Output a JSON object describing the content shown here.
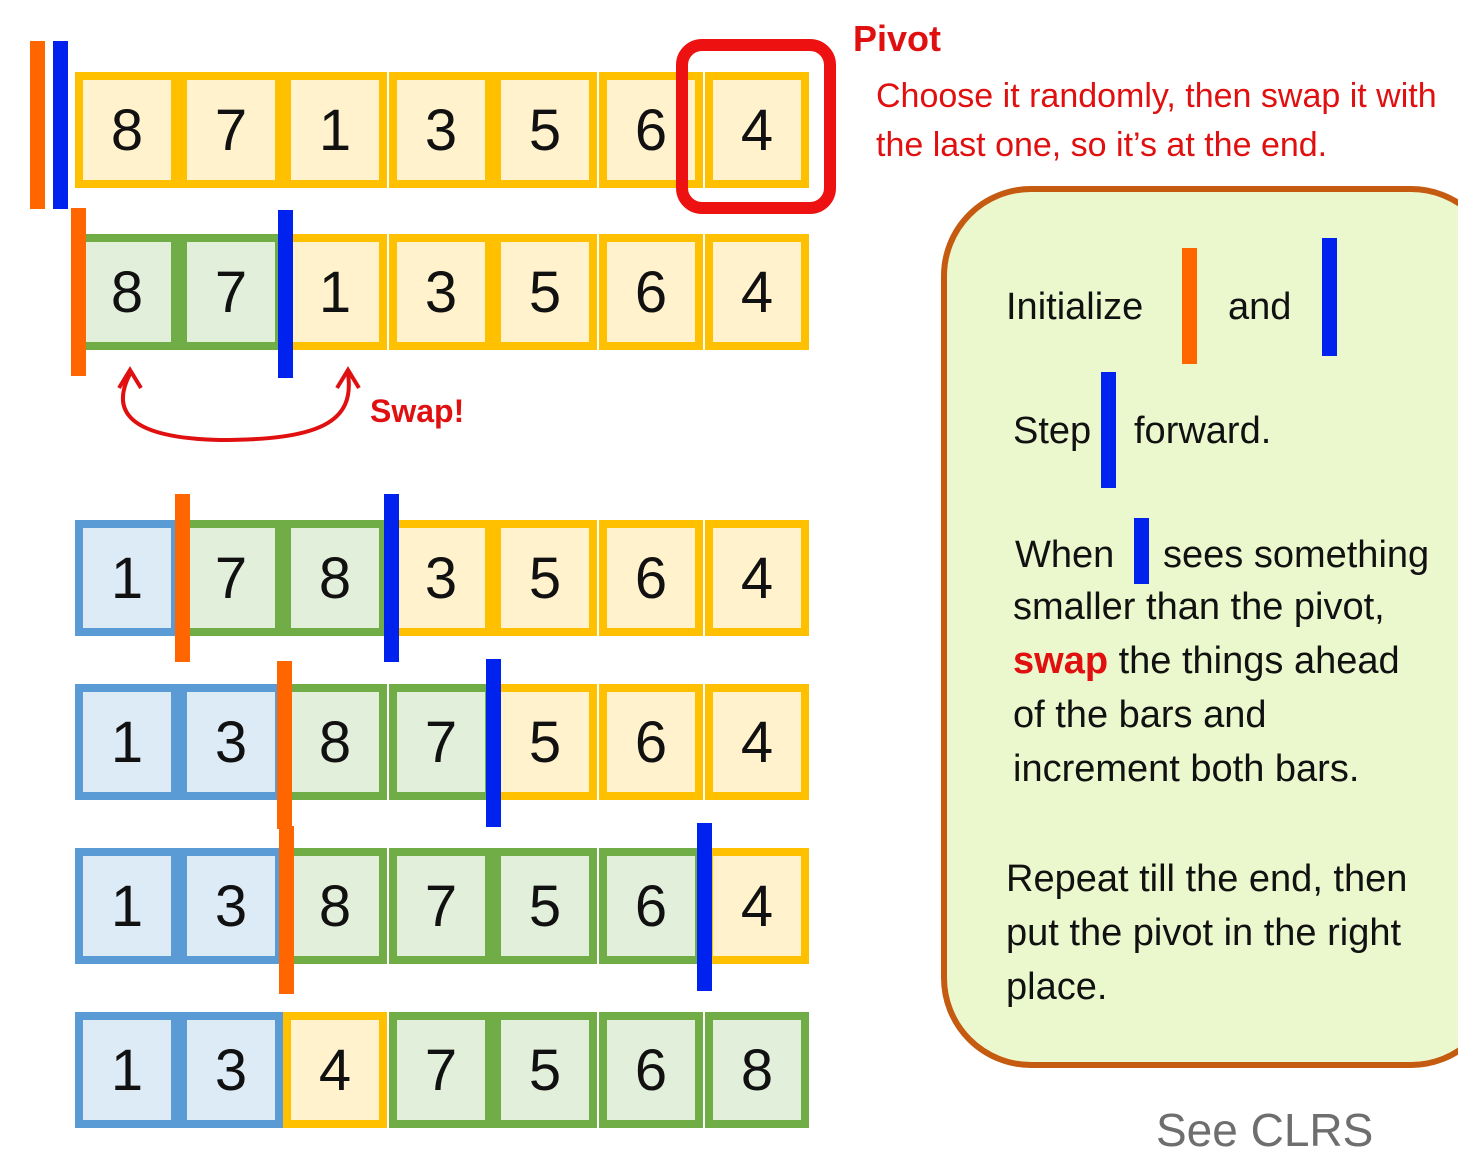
{
  "pivot_callout": {
    "title": "Pivot",
    "description": "Choose it randomly, then swap it with the last one, so it’s at the end."
  },
  "swap_label": "Swap!",
  "rows": [
    {
      "cells": [
        {
          "value": "8",
          "color": "yellow"
        },
        {
          "value": "7",
          "color": "yellow"
        },
        {
          "value": "1",
          "color": "yellow"
        },
        {
          "value": "3",
          "color": "yellow"
        },
        {
          "value": "5",
          "color": "yellow"
        },
        {
          "value": "6",
          "color": "yellow"
        },
        {
          "value": "4",
          "color": "yellow"
        }
      ]
    },
    {
      "cells": [
        {
          "value": "8",
          "color": "green"
        },
        {
          "value": "7",
          "color": "green"
        },
        {
          "value": "1",
          "color": "yellow"
        },
        {
          "value": "3",
          "color": "yellow"
        },
        {
          "value": "5",
          "color": "yellow"
        },
        {
          "value": "6",
          "color": "yellow"
        },
        {
          "value": "4",
          "color": "yellow"
        }
      ]
    },
    {
      "cells": [
        {
          "value": "1",
          "color": "blue"
        },
        {
          "value": "7",
          "color": "green"
        },
        {
          "value": "8",
          "color": "green"
        },
        {
          "value": "3",
          "color": "yellow"
        },
        {
          "value": "5",
          "color": "yellow"
        },
        {
          "value": "6",
          "color": "yellow"
        },
        {
          "value": "4",
          "color": "yellow"
        }
      ]
    },
    {
      "cells": [
        {
          "value": "1",
          "color": "blue"
        },
        {
          "value": "3",
          "color": "blue"
        },
        {
          "value": "8",
          "color": "green"
        },
        {
          "value": "7",
          "color": "green"
        },
        {
          "value": "5",
          "color": "yellow"
        },
        {
          "value": "6",
          "color": "yellow"
        },
        {
          "value": "4",
          "color": "yellow"
        }
      ]
    },
    {
      "cells": [
        {
          "value": "1",
          "color": "blue"
        },
        {
          "value": "3",
          "color": "blue"
        },
        {
          "value": "8",
          "color": "green"
        },
        {
          "value": "7",
          "color": "green"
        },
        {
          "value": "5",
          "color": "green"
        },
        {
          "value": "6",
          "color": "green"
        },
        {
          "value": "4",
          "color": "yellow"
        }
      ]
    },
    {
      "cells": [
        {
          "value": "1",
          "color": "blue"
        },
        {
          "value": "3",
          "color": "blue"
        },
        {
          "value": "4",
          "color": "yellow"
        },
        {
          "value": "7",
          "color": "green"
        },
        {
          "value": "5",
          "color": "green"
        },
        {
          "value": "6",
          "color": "green"
        },
        {
          "value": "8",
          "color": "green"
        }
      ]
    }
  ],
  "panel": {
    "initialize": "Initialize",
    "and": "and",
    "step": "Step",
    "forward": "forward.",
    "when": "When",
    "sees_something": "sees something",
    "smaller_than": "smaller than the pivot,",
    "swap_word": "swap",
    "swap_rest": " the things ahead",
    "of_bars": "of the bars and",
    "increment": "increment both bars.",
    "repeat": "Repeat till the end, then put the pivot in the right place."
  },
  "see_clrs": "See CLRS",
  "colors": {
    "yellow_fill": "#fff2cc",
    "yellow_border": "#ffc000",
    "green_fill": "#e2efda",
    "green_border": "#70ad47",
    "blue_fill": "#ddebf7",
    "blue_border": "#5b9bd5",
    "orange_bar": "#ff6600",
    "blue_bar": "#0022ee",
    "accent_red": "#e01010",
    "panel_fill": "#ebf7cc",
    "panel_border": "#c55a11"
  }
}
